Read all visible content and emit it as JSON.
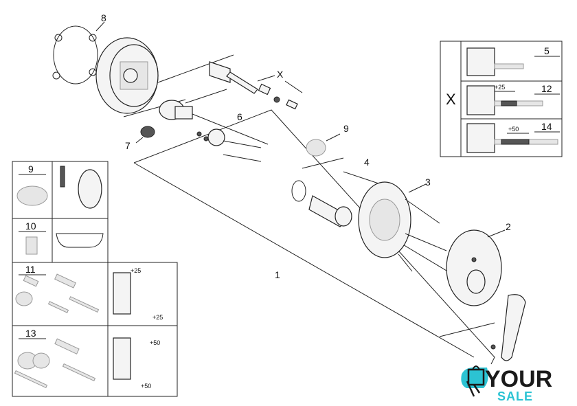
{
  "callouts": {
    "p8": "8",
    "pX": "X",
    "p6": "6",
    "p7": "7",
    "p9": "9",
    "p4": "4",
    "p3": "3",
    "p2": "2",
    "p1": "1"
  },
  "extension_box": {
    "title": "X",
    "rows": [
      {
        "number": "5",
        "dimension": ""
      },
      {
        "number": "12",
        "dimension": "+25"
      },
      {
        "number": "14",
        "dimension": "+50"
      }
    ]
  },
  "accessory_boxes": {
    "b9": "9",
    "b10": "10",
    "b11": {
      "number": "11",
      "dim_top": "+25",
      "dim_bottom": "+25"
    },
    "b13": {
      "number": "13",
      "dim_top": "+50",
      "dim_bottom": "+50"
    }
  },
  "logo": {
    "line1": "YOUR",
    "line2": "SALE",
    "accent": "#2cc3d3"
  }
}
